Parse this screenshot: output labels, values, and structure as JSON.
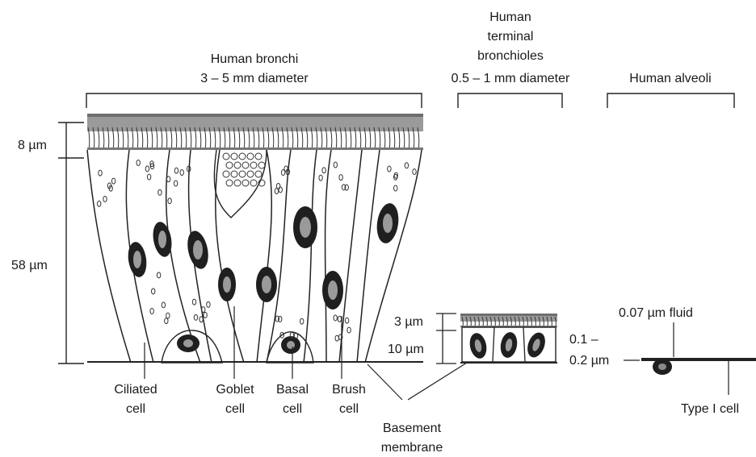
{
  "headers": {
    "bronchi_line1": "Human bronchi",
    "bronchi_line2": "3 – 5 mm diameter",
    "terminal_line1": "Human",
    "terminal_line2": "terminal",
    "terminal_line3": "bronchioles",
    "terminal_line4": "0.5 – 1 mm diameter",
    "alveoli": "Human alveoli"
  },
  "dimensions": {
    "cilia_height": "8 µm",
    "epithelium_height": "58 µm",
    "terminal_cilia": "3 µm",
    "terminal_epithelium": "10 µm",
    "alveolar_wall_line1": "0.1 –",
    "alveolar_wall_line2": "0.2 µm",
    "fluid": "0.07 µm fluid"
  },
  "cell_labels": {
    "ciliated_line1": "Ciliated",
    "ciliated_line2": "cell",
    "goblet_line1": "Goblet",
    "goblet_line2": "cell",
    "basal_line1": "Basal",
    "basal_line2": "cell",
    "brush_line1": "Brush",
    "brush_line2": "cell",
    "basement_line1": "Basement",
    "basement_line2": "membrane",
    "type1": "Type I cell"
  }
}
